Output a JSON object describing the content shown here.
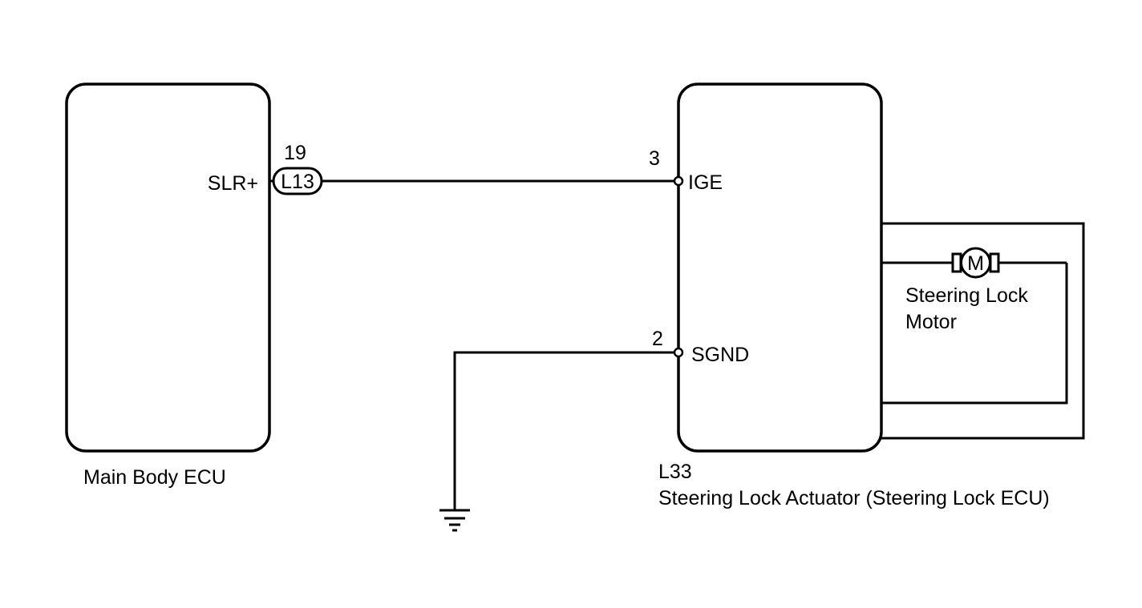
{
  "components": {
    "main_body_ecu": {
      "name": "Main Body ECU",
      "pin_name": "SLR+",
      "connector": "L13",
      "pin_number": "19"
    },
    "steering_lock_actuator": {
      "connector_code": "L33",
      "name": "Steering Lock Actuator (Steering Lock ECU)",
      "pins": [
        {
          "number": "3",
          "name": "IGE"
        },
        {
          "number": "2",
          "name": "SGND"
        }
      ],
      "motor": {
        "symbol": "M",
        "label_line1": "Steering Lock",
        "label_line2": "Motor"
      }
    }
  },
  "colors": {
    "line": "#000000",
    "background": "#ffffff"
  }
}
